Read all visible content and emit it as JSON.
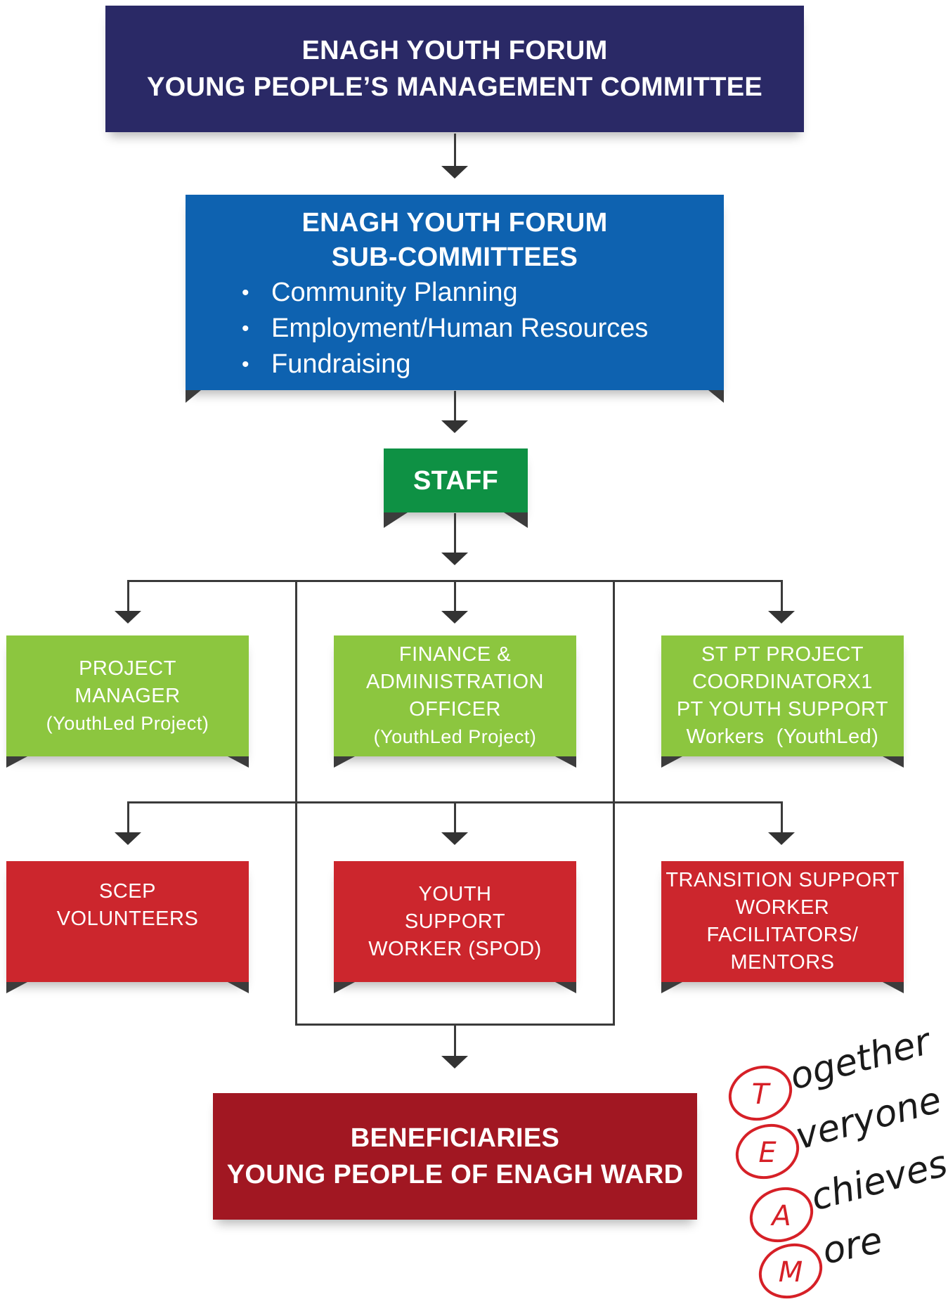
{
  "colors": {
    "navy": "#2a2966",
    "blue": "#0e62b0",
    "green": "#0e9144",
    "lime": "#8cc63f",
    "red": "#cc262d",
    "maroon": "#a11722",
    "connector": "#3a3a3a",
    "team_red": "#d62027"
  },
  "management": {
    "line1": "ENAGH YOUTH FORUM",
    "line2": "YOUNG PEOPLE’S MANAGEMENT COMMITTEE"
  },
  "subcommittees": {
    "line1": "ENAGH YOUTH FORUM",
    "line2": "SUB-COMMITTEES",
    "items": [
      "Community Planning",
      "Employment/Human Resources",
      "Fundraising"
    ]
  },
  "staff": {
    "label": "STAFF"
  },
  "staff_roles": [
    {
      "lines": [
        "PROJECT",
        "MANAGER"
      ],
      "note": "(YouthLed Project)"
    },
    {
      "lines": [
        "FINANCE &",
        "ADMINISTRATION",
        "OFFICER"
      ],
      "note": "(YouthLed Project)"
    },
    {
      "lines": [
        "ST PT PROJECT",
        "COORDINATORX1",
        "PT YOUTH SUPPORT",
        "Workers  (YouthLed)"
      ]
    }
  ],
  "volunteer_roles": [
    {
      "lines": [
        "SCEP",
        "VOLUNTEERS"
      ]
    },
    {
      "lines": [
        "YOUTH",
        "SUPPORT",
        "WORKER (SPOD)"
      ]
    },
    {
      "lines": [
        "TRANSITION SUPPORT",
        "WORKER",
        "FACILITATORS/",
        "MENTORS"
      ]
    }
  ],
  "beneficiaries": {
    "line1": "BENEFICIARIES",
    "line2": "YOUNG PEOPLE OF ENAGH WARD"
  },
  "team": {
    "letters": [
      "T",
      "E",
      "A",
      "M"
    ],
    "words": [
      "ogether",
      "veryone",
      "chieves",
      "ore"
    ]
  }
}
